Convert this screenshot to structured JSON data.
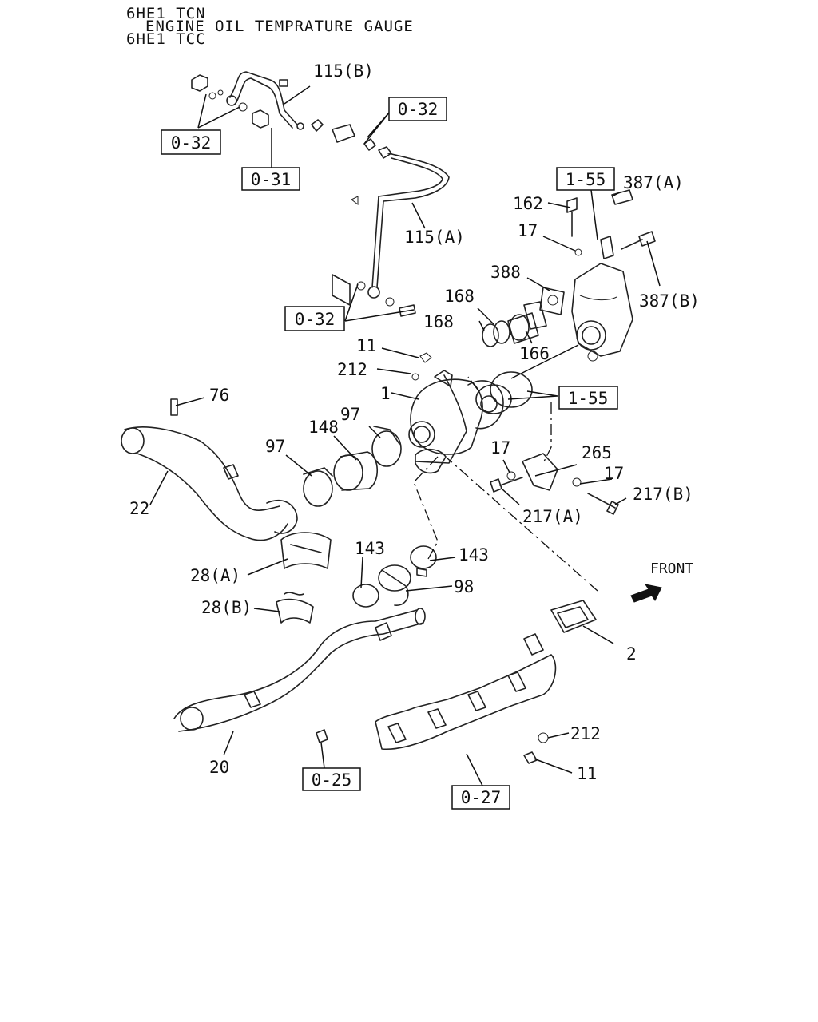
{
  "header": {
    "line1": "6HE1 TCN",
    "line2": "ENGINE OIL TEMPRATURE GAUGE",
    "line3": "6HE1 TCC"
  },
  "labels": {
    "p115b": "115(B)",
    "p115a": "115(A)",
    "p387a": "387(A)",
    "p387b": "387(B)",
    "p162": "162",
    "p17a": "17",
    "p388": "388",
    "p168a": "168",
    "p168b": "168",
    "p166": "166",
    "p11a": "11",
    "p212a": "212",
    "p1": "1",
    "p76": "76",
    "p148": "148",
    "p97a": "97",
    "p97b": "97",
    "p22": "22",
    "p17b": "17",
    "p265": "265",
    "p17c": "17",
    "p217b": "217(B)",
    "p217a": "217(A)",
    "p143a": "143",
    "p143b": "143",
    "p98": "98",
    "p28a": "28(A)",
    "p28b": "28(B)",
    "front": "FRONT",
    "p2": "2",
    "p212b": "212",
    "p11b": "11",
    "p20": "20"
  },
  "refs": {
    "r032a": "0-32",
    "r032b": "0-32",
    "r031": "0-31",
    "r032c": "0-32",
    "r155a": "1-55",
    "r155b": "1-55",
    "r025": "0-25",
    "r027": "0-27"
  }
}
